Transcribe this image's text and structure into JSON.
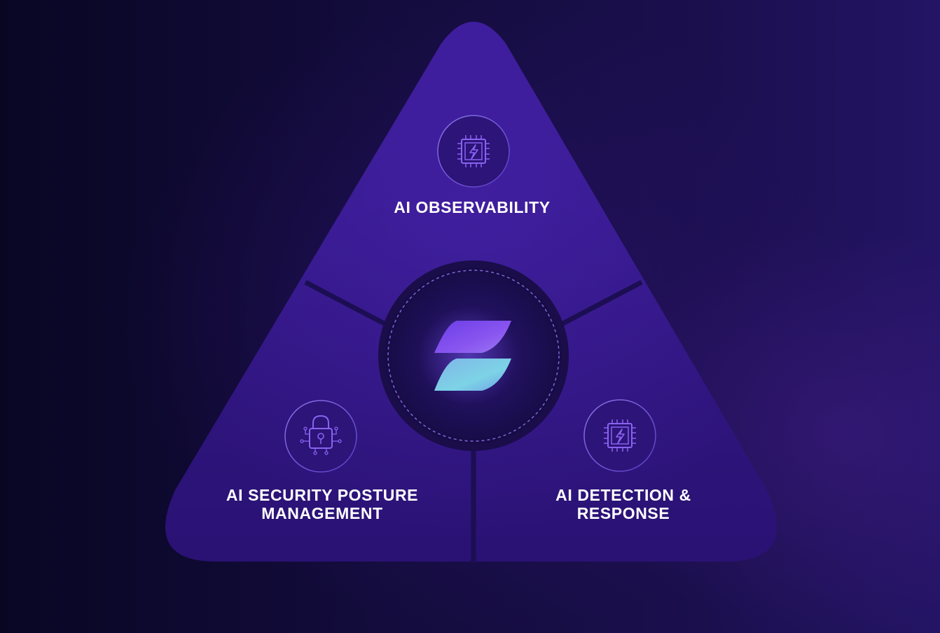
{
  "diagram": {
    "segments": [
      {
        "id": "observability",
        "icon": "cpu-lightning-icon",
        "lines": [
          "AI OBSERVABILITY"
        ]
      },
      {
        "id": "security-posture",
        "icon": "padlock-circuit-icon",
        "lines": [
          "AI SECURITY POSTURE",
          "MANAGEMENT"
        ]
      },
      {
        "id": "detection-response",
        "icon": "cpu-lightning-icon",
        "lines": [
          "AI DETECTION &",
          "RESPONSE"
        ]
      }
    ],
    "center_logo": "brand-logo-icon"
  },
  "colors": {
    "background": "#0c0828",
    "triangle": "#2e1580",
    "accent": "#7a4df0",
    "logo_gradient_start": "#7a3ff0",
    "logo_gradient_end": "#7fd6e6",
    "text": "#ffffff"
  }
}
